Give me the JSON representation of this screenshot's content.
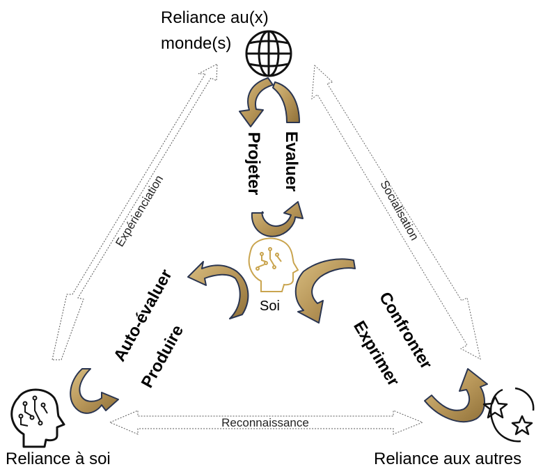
{
  "nodes": {
    "world_line1": "Reliance au(x)",
    "world_line2": "monde(s)",
    "self": "Reliance à soi",
    "others": "Reliance aux autres",
    "center": "Soi"
  },
  "relations": {
    "left": "Expérienciation",
    "right": "Socialisation",
    "bottom": "Reconnaissance"
  },
  "verbs": {
    "projeter": "Projeter",
    "evaluer": "Evaluer",
    "auto_evaluer": "Auto-évaluer",
    "produire": "Produire",
    "confronter": "Confronter",
    "exprimer": "Exprimer"
  },
  "icons": {
    "world": "globe-icon",
    "self": "head-circuit-icon",
    "center": "head-circuit-icon",
    "others": "stars-orbit-icon"
  },
  "colors": {
    "arrow_fill": "#b8975a",
    "arrow_stroke": "#2a3550",
    "center_icon": "#c9a44e",
    "dotted_arrow": "#555555"
  }
}
